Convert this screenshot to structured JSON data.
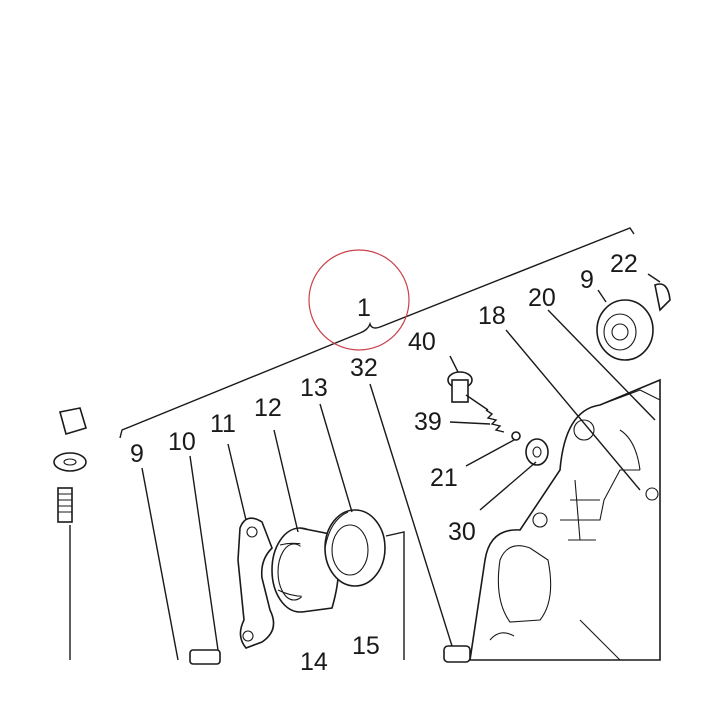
{
  "callouts": {
    "c1": "1",
    "c9a": "9",
    "c10": "10",
    "c11": "11",
    "c12": "12",
    "c13": "13",
    "c14": "14",
    "c15": "15",
    "c32": "32",
    "c40": "40",
    "c39": "39",
    "c21": "21",
    "c30": "30",
    "c18": "18",
    "c20": "20",
    "c9b": "9",
    "c22": "22"
  },
  "colors": {
    "line": "#1a1a1a",
    "highlight_circle": "#c9424a",
    "background": "#ffffff"
  }
}
